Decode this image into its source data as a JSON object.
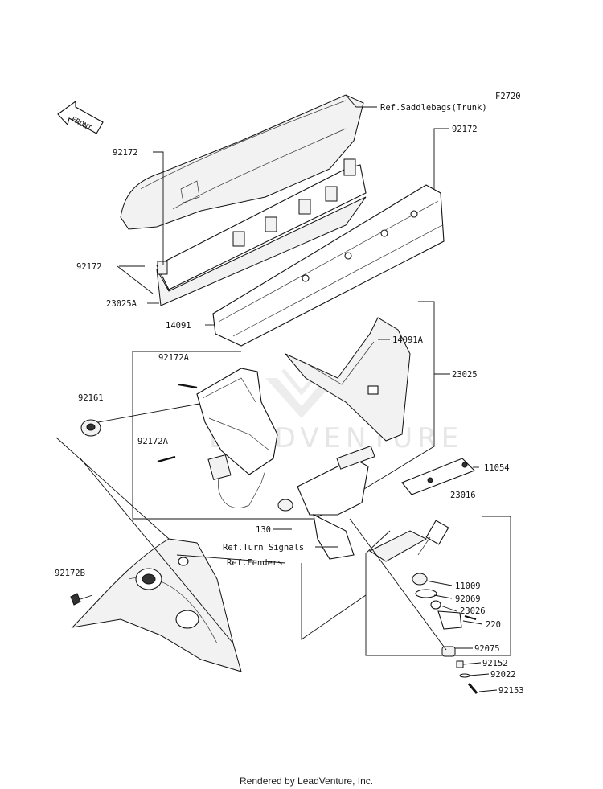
{
  "diagram_code": "F2720",
  "front_label": "FRONT",
  "watermark": "LEADVENTURE",
  "footer": "Rendered by LeadVenture, Inc.",
  "labels": {
    "ref_saddlebags": "Ref.Saddlebags(Trunk)",
    "p92172_top_left": "92172",
    "p92172_top_right": "92172",
    "p92172_mid_left": "92172",
    "p23025A": "23025A",
    "p14091": "14091",
    "p14091A": "14091A",
    "p92172A_1": "92172A",
    "p92172A_2": "92172A",
    "p92161": "92161",
    "p23025": "23025",
    "p11054": "11054",
    "p23016": "23016",
    "p130": "130",
    "ref_turn_signals": "Ref.Turn Signals",
    "ref_fenders": "Ref.Fenders",
    "p92172B": "92172B",
    "p11009": "11009",
    "p92069": "92069",
    "p23026": "23026",
    "p220": "220",
    "p92075": "92075",
    "p92152": "92152",
    "p92022": "92022",
    "p92153": "92153"
  }
}
